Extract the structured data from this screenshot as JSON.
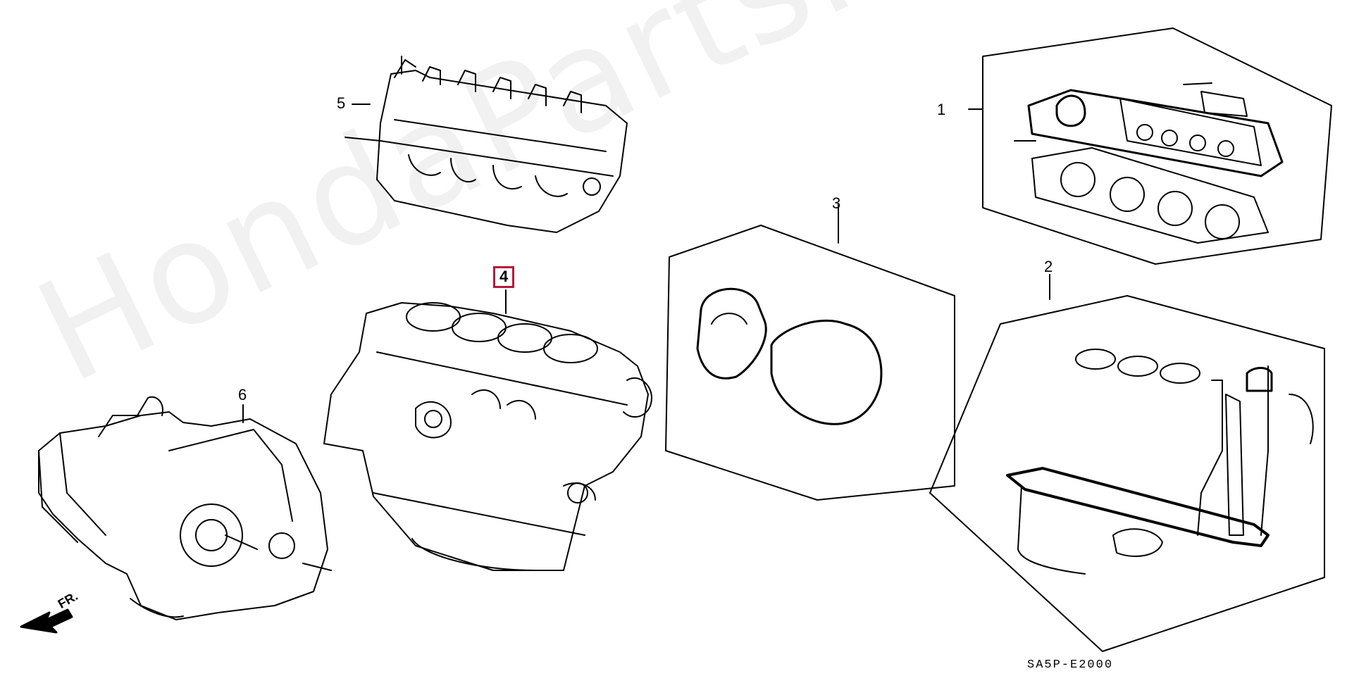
{
  "diagram": {
    "watermark": "HondaPartsMinsk.ru",
    "code": "SA5P-E2000",
    "direction_label": "FR.",
    "callouts": [
      {
        "id": "1",
        "label": "1",
        "part": "gasket-kit-upper"
      },
      {
        "id": "2",
        "label": "2",
        "part": "gasket-kit-lower"
      },
      {
        "id": "3",
        "label": "3",
        "part": "transmission-gasket-kit"
      },
      {
        "id": "4",
        "label": "4",
        "part": "engine-block",
        "selected": true
      },
      {
        "id": "5",
        "label": "5",
        "part": "cylinder-head"
      },
      {
        "id": "6",
        "label": "6",
        "part": "transmission"
      }
    ],
    "colors": {
      "line": "#000000",
      "selected_border": "#b31a3c",
      "watermark": "#000000"
    }
  }
}
